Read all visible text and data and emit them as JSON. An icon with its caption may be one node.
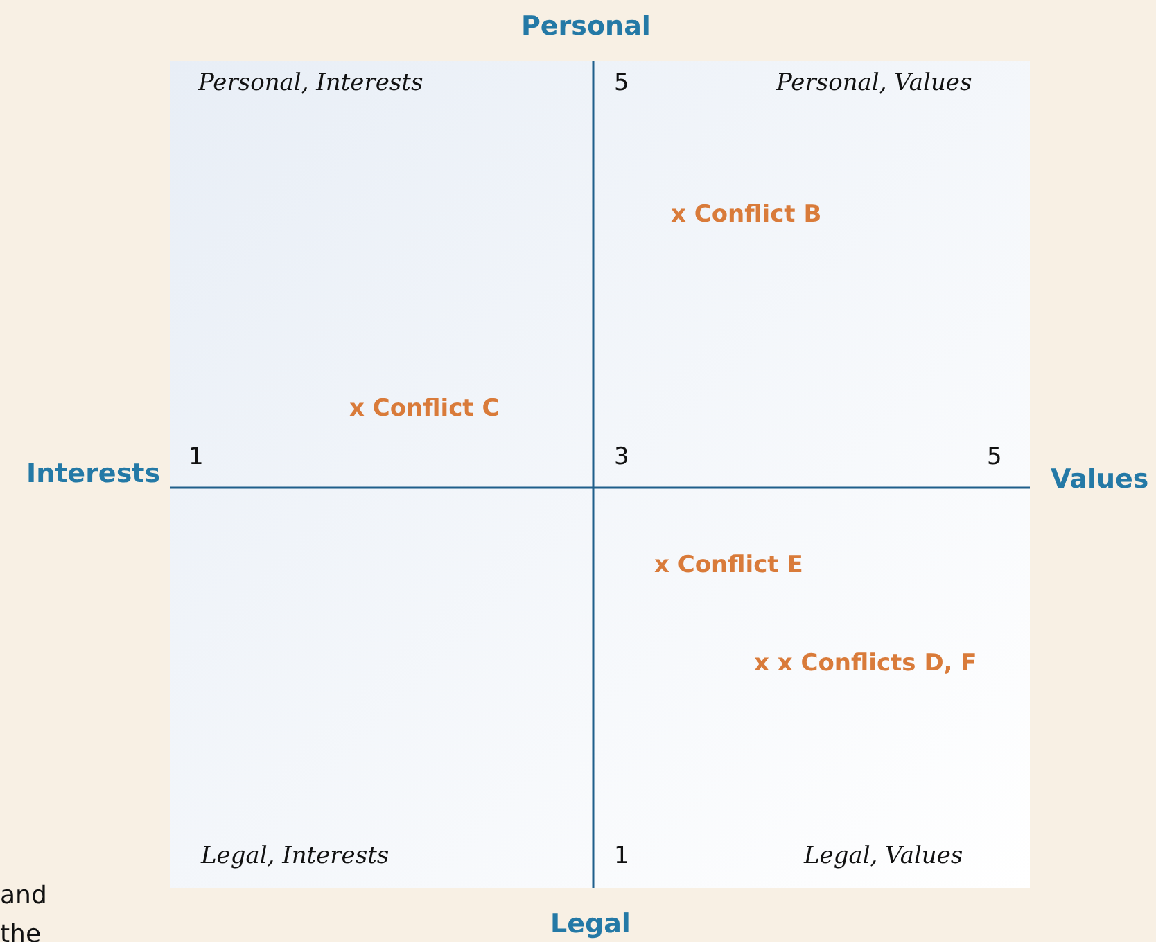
{
  "diagram": {
    "labels": [
      "Personal",
      "Personal, Interests",
      "5",
      "Personal, Values",
      "x Conflict B",
      "x Conflict C",
      "Interests",
      "1",
      "3",
      "5",
      "Values",
      "x Conflict E",
      "x x Conflicts D, F",
      "and",
      "Legal, Interests",
      "1",
      "Legal, Values",
      "the",
      "Legal"
    ]
  }
}
